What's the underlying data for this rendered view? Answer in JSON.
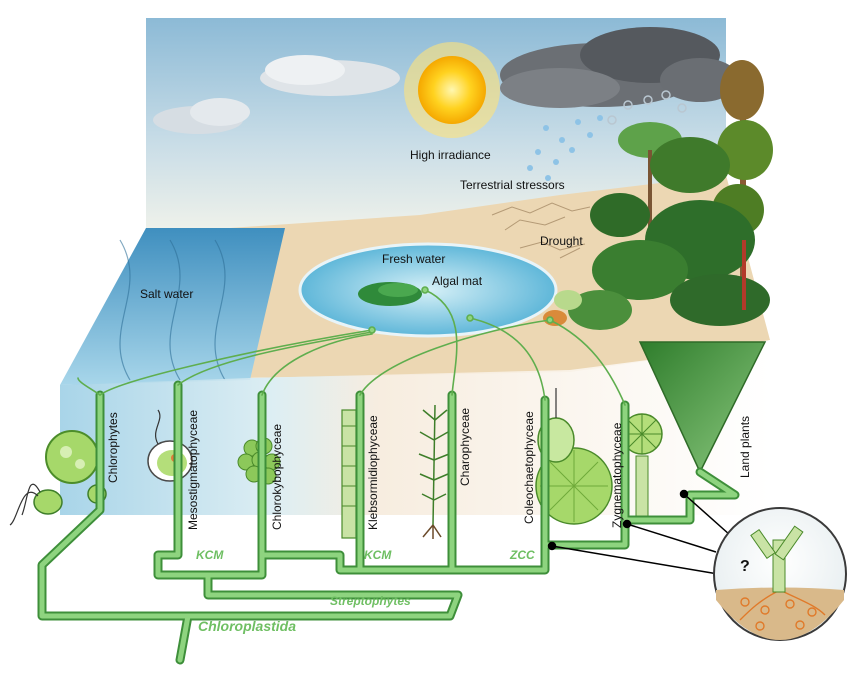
{
  "environment_labels": {
    "high_irradiance": "High irradiance",
    "terrestrial_stressors": "Terrestrial stressors",
    "drought": "Drought",
    "fresh_water": "Fresh water",
    "algal_mat": "Algal mat",
    "salt_water": "Salt water"
  },
  "lineages": {
    "chlorophytes": "Chlorophytes",
    "mesostigmatophyceae": "Mesostigmatophyceae",
    "chlorokybophyceae": "Chlorokybophyceae",
    "klebsormidiophyceae": "Klebsormidiophyceae",
    "charophyceae": "Charophyceae",
    "coleochaetophyceae": "Coleochaetophyceae",
    "zygnematophyceae": "Zygnematophyceae",
    "land_plants": "Land plants"
  },
  "clades": {
    "kcm_left": "KCM",
    "kcm_right": "KCM",
    "zcc": "ZCC",
    "streptophytes": "Streptophytes",
    "chloroplastida": "Chloroplastida"
  },
  "inset": {
    "question_mark": "?"
  },
  "colors": {
    "tree_green": "#6fbf63",
    "tree_dark": "#3e8f3a",
    "sky_top": "#7fb6d8",
    "sand": "#e8cfa2",
    "water": "#5db3d8"
  }
}
